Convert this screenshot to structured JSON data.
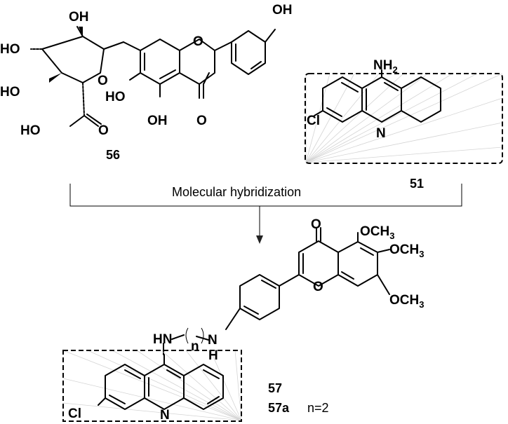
{
  "process": {
    "label": "Molecular hybridization"
  },
  "compounds": {
    "c56": {
      "id": "56"
    },
    "c51": {
      "id": "51"
    },
    "c57": {
      "id": "57",
      "variant_id": "57a",
      "variant_note": "n=2"
    }
  },
  "atoms": {
    "oh": "OH",
    "ho": "HO",
    "o": "O",
    "n": "N",
    "cl": "Cl",
    "hn": "HN",
    "nh_n": "N",
    "h": "H",
    "n_index": "n",
    "nh2_main": "NH",
    "nh2_sub": "2",
    "och3_main": "OCH",
    "och3_sub": "3"
  }
}
